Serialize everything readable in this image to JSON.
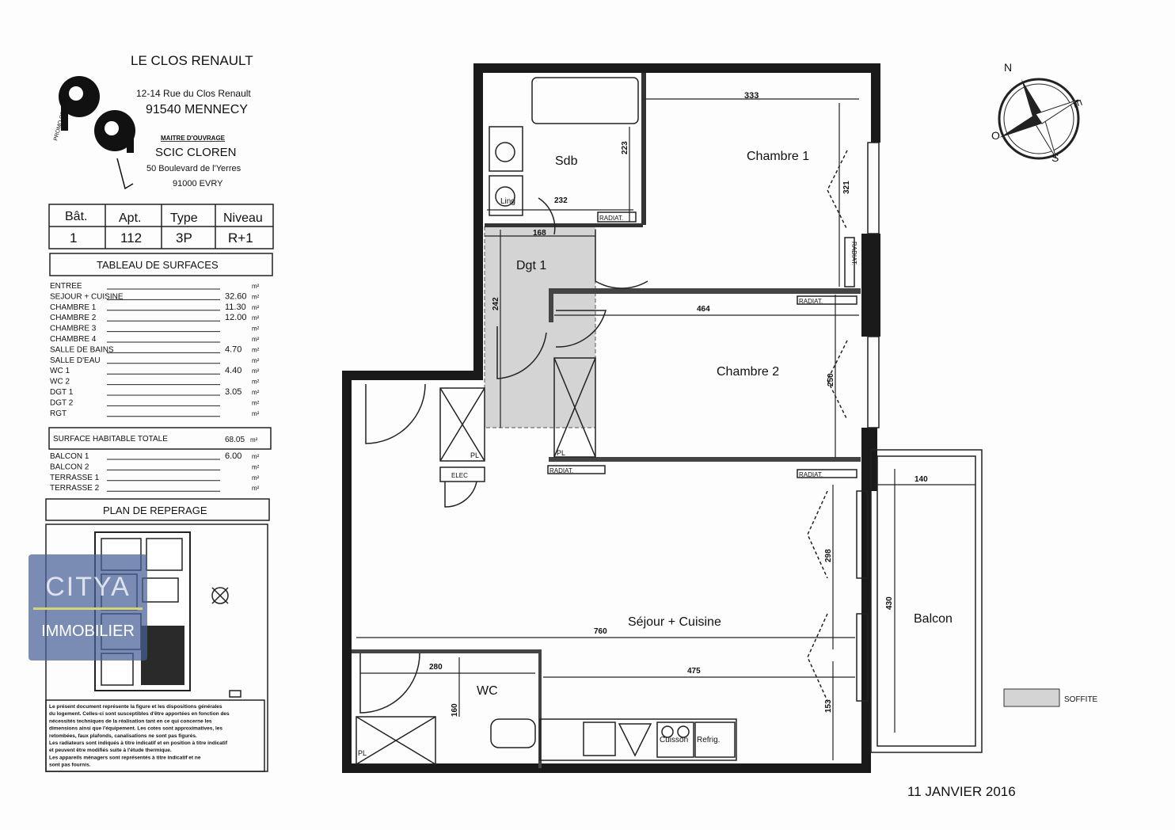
{
  "header": {
    "project": "LE CLOS RENAULT",
    "address1": "12-14 Rue du Clos Renault",
    "address2": "91540 MENNECY",
    "owner_label": "MAITRE D'OUVRAGE",
    "owner": "SCIC CLOREN",
    "owner_address1": "50 Boulevard de l'Yerres",
    "owner_address2": "91000 EVRY",
    "logo_text": "PROMO GERIM"
  },
  "info_table": {
    "headers": [
      "Bât.",
      "Apt.",
      "Type",
      "Niveau"
    ],
    "values": [
      "1",
      "112",
      "3P",
      "R+1"
    ]
  },
  "surfaces": {
    "title": "TABLEAU DE SURFACES",
    "unit": "m²",
    "rows": [
      {
        "label": "ENTREE",
        "value": ""
      },
      {
        "label": "SEJOUR + CUISINE",
        "value": "32.60"
      },
      {
        "label": "CHAMBRE 1",
        "value": "11.30"
      },
      {
        "label": "CHAMBRE 2",
        "value": "12.00"
      },
      {
        "label": "CHAMBRE 3",
        "value": ""
      },
      {
        "label": "CHAMBRE 4",
        "value": ""
      },
      {
        "label": "SALLE DE BAINS",
        "value": "4.70"
      },
      {
        "label": "SALLE D'EAU",
        "value": ""
      },
      {
        "label": "WC 1",
        "value": "4.40"
      },
      {
        "label": "WC 2",
        "value": ""
      },
      {
        "label": "DGT 1",
        "value": "3.05"
      },
      {
        "label": "DGT 2",
        "value": ""
      },
      {
        "label": "RGT",
        "value": ""
      }
    ],
    "total_label": "SURFACE HABITABLE TOTALE",
    "total_value": "68.05",
    "exterior": [
      {
        "label": "BALCON 1",
        "value": "6.00"
      },
      {
        "label": "BALCON 2",
        "value": ""
      },
      {
        "label": "TERRASSE 1",
        "value": ""
      },
      {
        "label": "TERRASSE 2",
        "value": ""
      }
    ]
  },
  "reperage": {
    "title": "PLAN DE REPERAGE",
    "disclaimer": [
      "Le présent document représente la figure et les dispositions générales",
      "du logement. Celles-ci sont susceptibles d'être apportées en fonction des",
      "nécessités techniques de la réalisation tant en ce qui concerne les",
      "dimensions ainsi que l'équipement. Les cotes sont approximatives, les",
      "retombées, faux plafonds, canalisations ne sont pas figurés.",
      "Les radiateurs sont indiqués à titre indicatif et en position à titre indicatif",
      "et peuvent être modifiés suite à l'étude thermique.",
      "Les appareils ménagers sont représentés à titre indicatif et ne",
      "sont pas fournis."
    ]
  },
  "watermark": {
    "brand": "CITYA",
    "sub": "IMMOBILIER"
  },
  "rooms": {
    "sdb": "Sdb",
    "chambre1": "Chambre 1",
    "dgt1": "Dgt 1",
    "chambre2": "Chambre 2",
    "sejour": "Séjour + Cuisine",
    "wc": "WC",
    "balcon": "Balcon"
  },
  "dimensions": {
    "d333": "333",
    "d223": "223",
    "d232": "232",
    "d321": "321",
    "d168": "168",
    "d242": "242",
    "d464": "464",
    "d250": "250",
    "d140": "140",
    "d298": "298",
    "d430": "430",
    "d760": "760",
    "d280": "280",
    "d475": "475",
    "d160": "160",
    "d153": "153"
  },
  "fixtures": {
    "ling": "Ling",
    "radiat": "RADIAT.",
    "pl": "PL",
    "elec": "ELEC",
    "cuisson": "Cuisson",
    "refrig": "Refrig."
  },
  "compass": {
    "n": "N",
    "e": "E",
    "s": "S",
    "o": "O"
  },
  "legend": {
    "soffite": "SOFFITE"
  },
  "date": "11 JANVIER 2016"
}
